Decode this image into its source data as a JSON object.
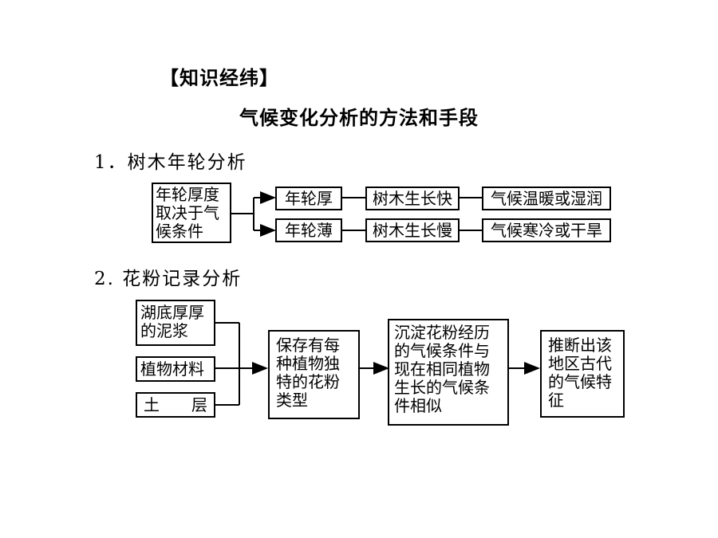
{
  "header_tag": "【知识经纬】",
  "main_title": "气候变化分析的方法和手段",
  "section1": {
    "heading": "1．树木年轮分析",
    "source": [
      "年轮厚度",
      "取决于气",
      "候条件"
    ],
    "thick": "年轮厚",
    "thin": "年轮薄",
    "fast": "树木生长快",
    "slow": "树木生长慢",
    "warm": "气候温暖或湿润",
    "cold": "气候寒冷或干旱"
  },
  "section2": {
    "heading": "2.  花粉记录分析",
    "input1": [
      "湖底厚厚",
      "的泥浆"
    ],
    "input2": "植物材料",
    "input3": [
      "土",
      "层"
    ],
    "step1": [
      "保存有每",
      "种植物独",
      "特的花粉",
      "类型"
    ],
    "step2": [
      "沉淀花粉经历",
      "的气候条件与",
      "现在相同植物",
      "生长的气候条",
      "件相似"
    ],
    "step3": [
      "推断出该",
      "地区古代",
      "的气候特",
      "征"
    ]
  }
}
